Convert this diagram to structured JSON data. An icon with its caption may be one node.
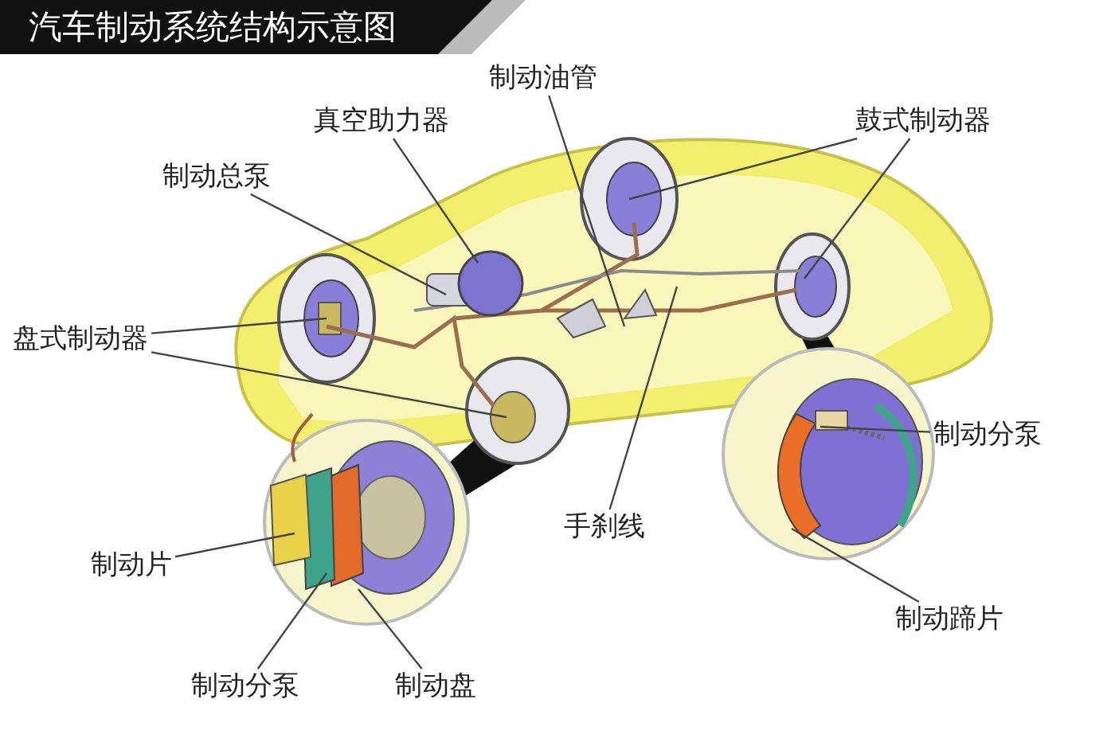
{
  "diagram": {
    "title": "汽车制动系统结构示意图",
    "nodes": [
      {
        "text": [
          "制动油管"
        ]
      },
      {
        "text": [
          "真空助力器"
        ]
      },
      {
        "text": [
          "制动总泵"
        ]
      },
      {
        "text": [
          "鼓式制动器"
        ]
      },
      {
        "text": [
          "盘式制动器"
        ]
      },
      {
        "text": [
          "手刹线"
        ]
      },
      {
        "text": [
          "制动片"
        ]
      },
      {
        "text": [
          "制动分泵"
        ]
      },
      {
        "text": [
          "制动盘"
        ]
      },
      {
        "text": [
          "制动分泵"
        ]
      },
      {
        "text": [
          "制动蹄片"
        ]
      }
    ],
    "edges": [
      {
        "from": 0,
        "to": null,
        "arrow": "none"
      },
      {
        "from": 1,
        "to": null,
        "arrow": "none"
      },
      {
        "from": 2,
        "to": null,
        "arrow": "none"
      },
      {
        "from": 3,
        "to": null,
        "arrow": "none"
      },
      {
        "from": 3,
        "to": null,
        "arrow": "none"
      },
      {
        "from": 4,
        "to": null,
        "arrow": "none"
      },
      {
        "from": 4,
        "to": null,
        "arrow": "none"
      },
      {
        "from": 5,
        "to": null,
        "arrow": "none"
      },
      {
        "from": 6,
        "to": null,
        "arrow": "none"
      },
      {
        "from": 7,
        "to": null,
        "arrow": "none"
      },
      {
        "from": 8,
        "to": null,
        "arrow": "none"
      },
      {
        "from": 9,
        "to": null,
        "arrow": "none"
      },
      {
        "from": 10,
        "to": null,
        "arrow": "none"
      }
    ]
  }
}
